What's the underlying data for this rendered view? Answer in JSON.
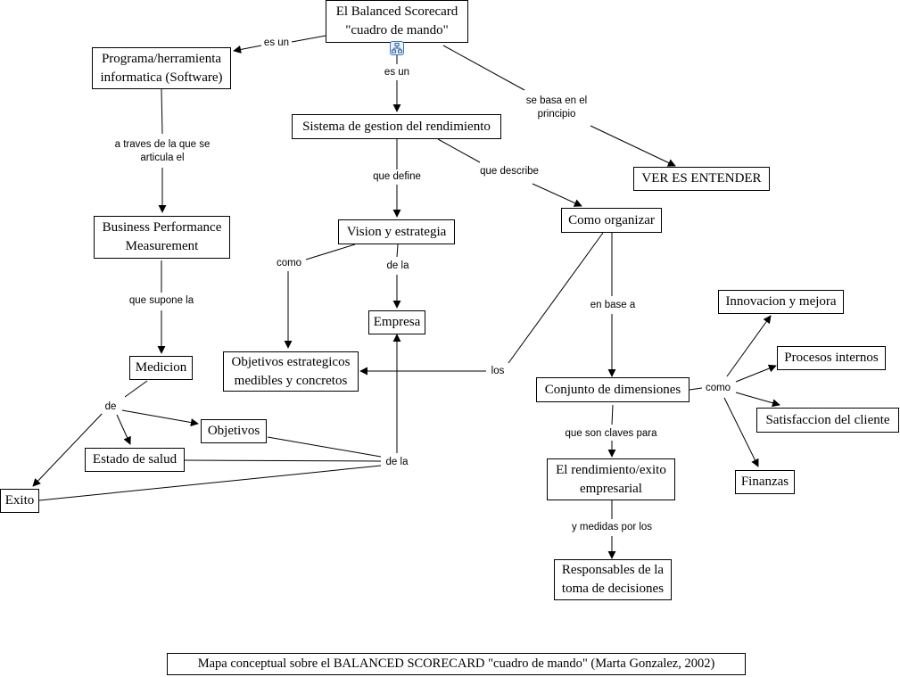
{
  "concepts": {
    "balanced": "El Balanced Scorecard \"cuadro de mando\"",
    "programa": "Programa/herramienta informatica (Software)",
    "sistema": "Sistema de gestion del rendimiento",
    "verentender": "VER ES ENTENDER",
    "business": "Business Performance Measurement",
    "vision": "Vision y estrategia",
    "comoorganizar": "Como organizar",
    "empresa": "Empresa",
    "innovacion": "Innovacion y mejora",
    "medicion": "Medicion",
    "objestrat": "Objetivos estrategicos medibles y concretos",
    "procesos": "Procesos internos",
    "conjunto": "Conjunto de dimensiones",
    "satisfaccion": "Satisfaccion del cliente",
    "objetivos": "Objetivos",
    "estado": "Estado de salud",
    "rendimiento": "El rendimiento/exito empresarial",
    "finanzas": "Finanzas",
    "exito": "Exito",
    "responsables": "Responsables de la toma de decisiones"
  },
  "links": {
    "esun1": "es un",
    "esun2": "es un",
    "sebasa": "se basa en el principio",
    "atraves": "a traves de la que se articula el",
    "quedefine": "que define",
    "quedescribe": "que describe",
    "como1": "como",
    "dela1": "de la",
    "enbase": "en base a",
    "quesupone": "que supone la",
    "los": "los",
    "como2": "como",
    "de": "de",
    "dela2": "de la",
    "queson": "que son claves para",
    "ymedidas": "y medidas por los"
  },
  "caption": "Mapa conceptual sobre el BALANCED SCORECARD \"cuadro de mando\" (Marta Gonzalez, 2002)",
  "icons": {
    "map_link": "concept-map-icon"
  },
  "colors": {
    "line": "#000000",
    "background": "#ffffff",
    "icon_accent": "#3a78c4"
  }
}
